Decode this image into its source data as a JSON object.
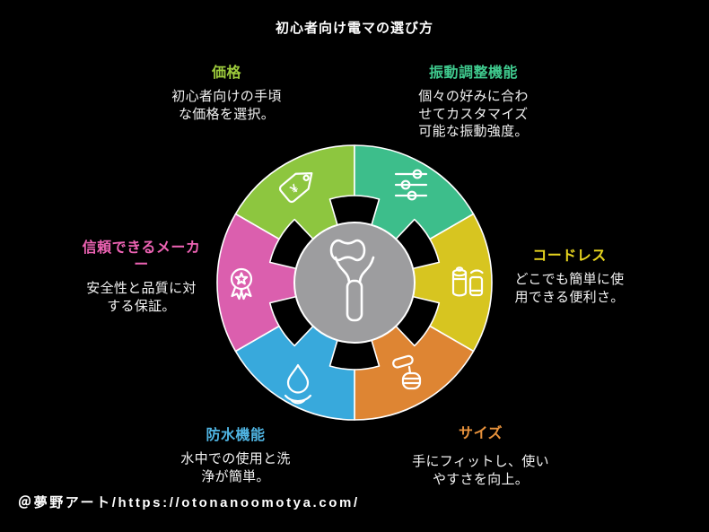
{
  "page": {
    "title": "初心者向け電マの選び方",
    "footer": "＠夢野アート/https://otonanoomotya.com/",
    "background": "#000000"
  },
  "center": {
    "icon": "massager-wand-icon",
    "circle_color": "#9d9d9f",
    "outline_color": "#ffffff"
  },
  "sections": [
    {
      "key": "price",
      "label_lines": [
        "価格"
      ],
      "label_color": "#9dcb3c",
      "color": "#8dc63f",
      "icon": "price-tag-icon",
      "desc_lines": [
        "初心者向けの手頃",
        "な価格を選択。"
      ]
    },
    {
      "key": "vibration",
      "label_lines": [
        "振動調整機能"
      ],
      "label_color": "#3fca8e",
      "color": "#3dbe8b",
      "icon": "sliders-icon",
      "desc_lines": [
        "個々の好みに合わ",
        "せてカスタマイズ",
        "可能な振動強度。"
      ]
    },
    {
      "key": "cordless",
      "label_lines": [
        "コードレス"
      ],
      "label_color": "#e8d51f",
      "color": "#d7c520",
      "icon": "cordless-device-icon",
      "desc_lines": [
        "どこでも簡単に使",
        "用できる便利さ。"
      ]
    },
    {
      "key": "size",
      "label_lines": [
        "サイズ"
      ],
      "label_color": "#e8923c",
      "color": "#de8533",
      "icon": "hand-grip-icon",
      "desc_lines": [
        "手にフィットし、使い",
        "やすさを向上。"
      ]
    },
    {
      "key": "waterproof",
      "label_lines": [
        "防水機能"
      ],
      "label_color": "#4fb4e2",
      "color": "#38a9dc",
      "icon": "water-drop-icon",
      "desc_lines": [
        "水中での使用と洗",
        "浄が簡単。"
      ]
    },
    {
      "key": "maker",
      "label_lines": [
        "信頼できるメーカ",
        "ー"
      ],
      "label_color": "#ee63b4",
      "color": "#db5fae",
      "icon": "award-ribbon-icon",
      "desc_lines": [
        "安全性と品質に対",
        "する保証。"
      ]
    }
  ]
}
